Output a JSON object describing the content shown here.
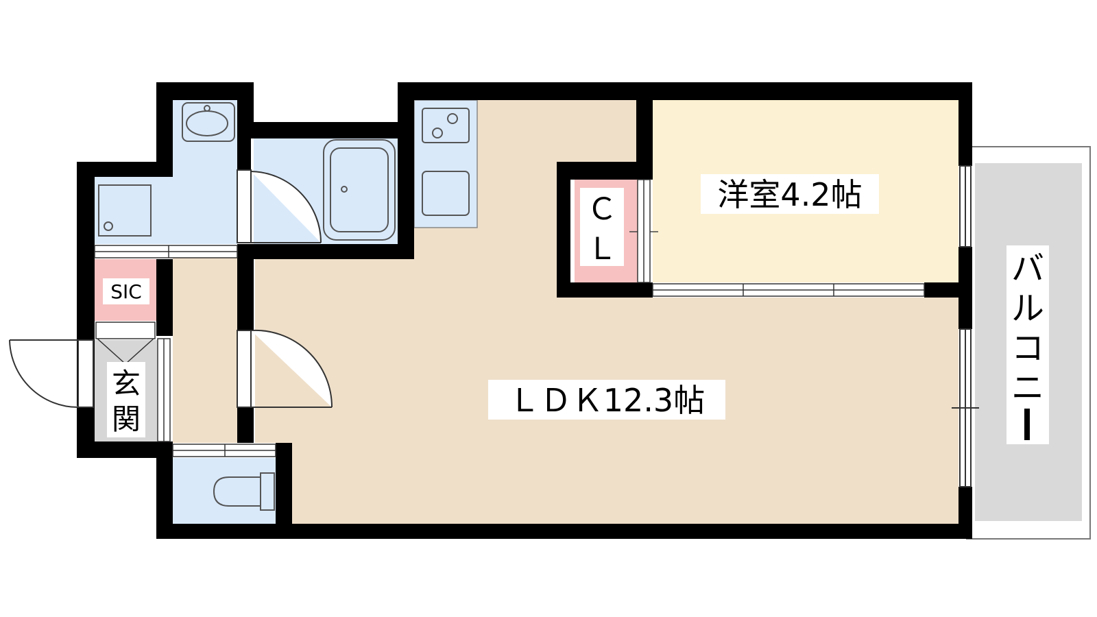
{
  "rooms": {
    "western_room": "洋室4.2帖",
    "ldk": "ＬＤＫ12.3帖",
    "closet_line1": "Ｃ",
    "closet_line2": "Ｌ",
    "sic": "SIC",
    "entrance_line1": "玄",
    "entrance_line2": "関",
    "balcony": [
      "バ",
      "ル",
      "コ",
      "ニ",
      "ー"
    ]
  },
  "colors": {
    "wall": "#000000",
    "ldk_floor": "#efdfc9",
    "western_floor": "#fcf1d2",
    "wet_area": "#d9e9fa",
    "closet": "#f7c1c1",
    "entrance_floor": "#d6d6d6",
    "balcony_floor": "#d9d9d9"
  }
}
